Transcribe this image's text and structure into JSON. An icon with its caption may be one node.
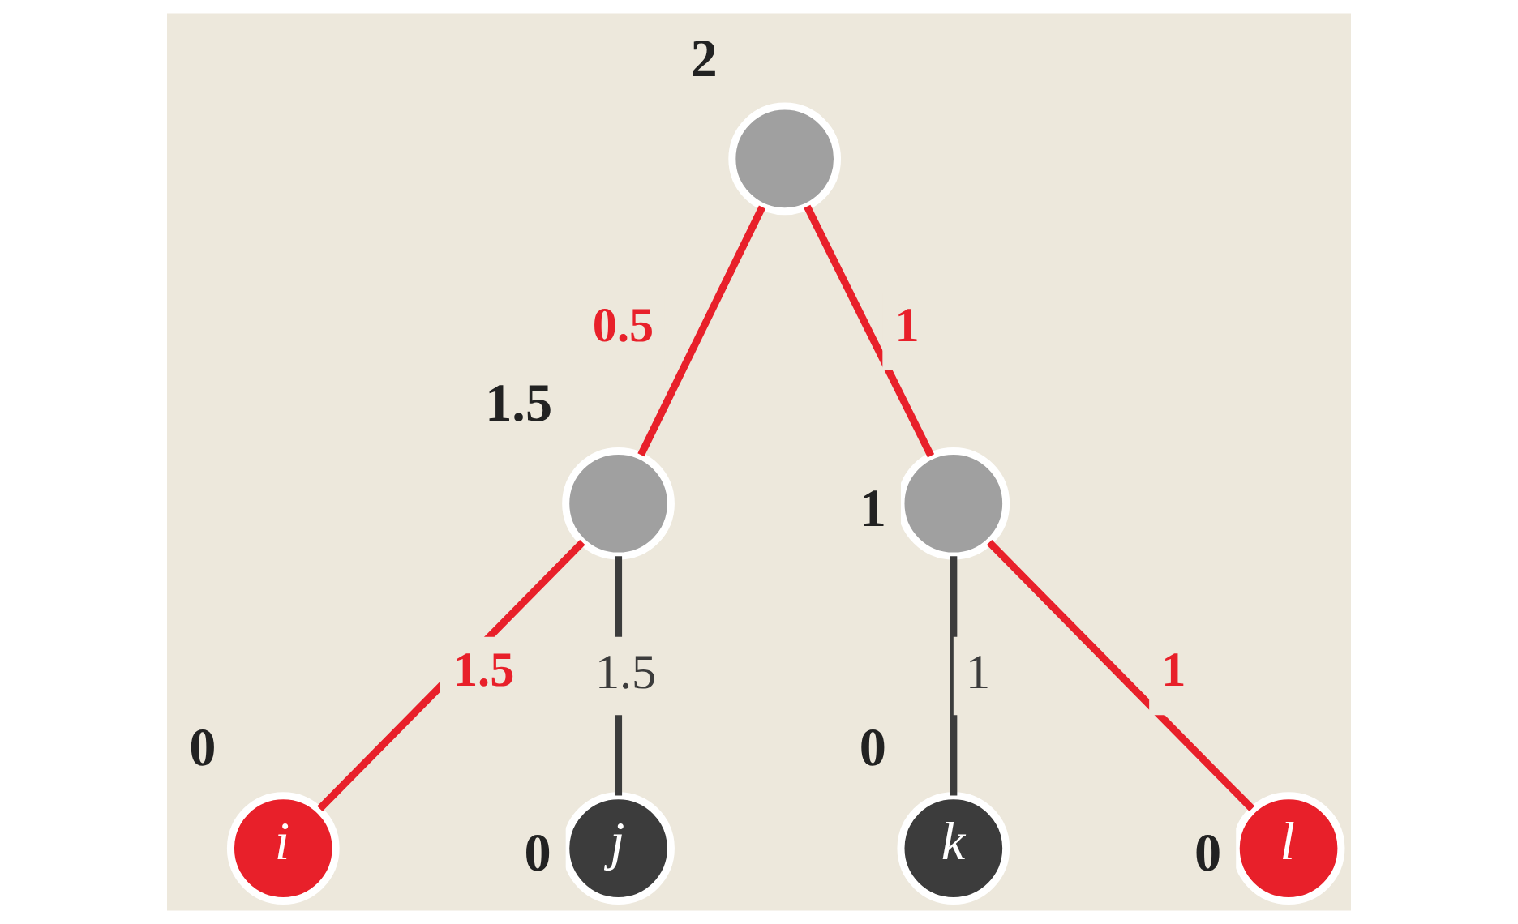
{
  "diagram": {
    "nodes": [
      {
        "text": [],
        "shape": "circle",
        "beside": [
          "2"
        ]
      },
      {
        "text": [],
        "shape": "circle",
        "beside": [
          "1.5"
        ]
      },
      {
        "text": [],
        "shape": "circle",
        "beside": [
          "1"
        ]
      },
      {
        "text": [
          "i"
        ],
        "beside": [
          "0"
        ]
      },
      {
        "text": [
          "j"
        ],
        "beside": [
          "0"
        ]
      },
      {
        "text": [
          "k"
        ],
        "beside": [
          "0"
        ]
      },
      {
        "text": [
          "l"
        ],
        "beside": [
          "0"
        ]
      }
    ],
    "edges": [
      {
        "from": 0,
        "to": 1,
        "arrow": "none",
        "label": "0.5"
      },
      {
        "from": 0,
        "to": 2,
        "arrow": "none",
        "label": "1"
      },
      {
        "from": 1,
        "to": 3,
        "arrow": "none",
        "label": "1.5"
      },
      {
        "from": 1,
        "to": 4,
        "arrow": "none",
        "label": "1.5",
        "color": "#3c3c3c"
      },
      {
        "from": 2,
        "to": 5,
        "arrow": "none",
        "label": "1",
        "color": "#3c3c3c"
      },
      {
        "from": 2,
        "to": 6,
        "arrow": "none",
        "label": "1"
      }
    ]
  }
}
